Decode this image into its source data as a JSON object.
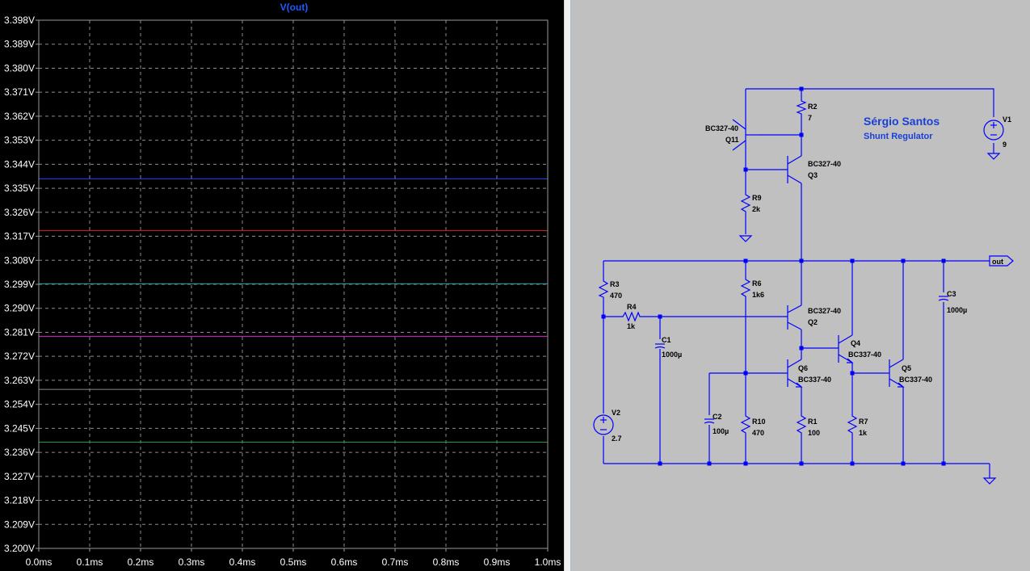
{
  "plot": {
    "trace_name": "V(out)",
    "y_ticks": [
      "3.398V",
      "3.389V",
      "3.380V",
      "3.371V",
      "3.362V",
      "3.353V",
      "3.344V",
      "3.335V",
      "3.326V",
      "3.317V",
      "3.308V",
      "3.299V",
      "3.290V",
      "3.281V",
      "3.272V",
      "3.263V",
      "3.254V",
      "3.245V",
      "3.236V",
      "3.227V",
      "3.218V",
      "3.209V",
      "3.200V"
    ],
    "x_ticks": [
      "0.0ms",
      "0.1ms",
      "0.2ms",
      "0.3ms",
      "0.4ms",
      "0.5ms",
      "0.6ms",
      "0.7ms",
      "0.8ms",
      "0.9ms",
      "1.0ms"
    ],
    "background_color": "#000000",
    "grid": true,
    "chart_data": {
      "type": "line",
      "x": [
        0.0,
        1.0
      ],
      "xlim": [
        0.0,
        1.0
      ],
      "ylim": [
        3.2,
        3.398
      ],
      "series": [
        {
          "color": "#1e3cff",
          "values": [
            3.3385,
            3.3385
          ]
        },
        {
          "color": "#e02020",
          "values": [
            3.3191,
            3.3191
          ]
        },
        {
          "color": "#1fa6a6",
          "values": [
            3.2992,
            3.2992
          ]
        },
        {
          "color": "#e020e0",
          "values": [
            3.2795,
            3.2795
          ]
        },
        {
          "color": "#8a8a8a",
          "values": [
            3.2596,
            3.2596
          ]
        },
        {
          "color": "#18a030",
          "values": [
            3.2398,
            3.2398
          ]
        }
      ]
    }
  },
  "schematic": {
    "author": "Sérgio Santos",
    "subtitle": "Shunt Regulator",
    "net_label_out": "out",
    "components": {
      "q11_model": "BC327-40",
      "q11_name": "Q11",
      "r2_name": "R2",
      "r2_value": "7",
      "q3_model": "BC327-40",
      "q3_name": "Q3",
      "r9_name": "R9",
      "r9_value": "2k",
      "v1_name": "V1",
      "v1_value": "9",
      "r3_name": "R3",
      "r3_value": "470",
      "r4_name": "R4",
      "r4_value": "1k",
      "r6_name": "R6",
      "r6_value": "1k6",
      "c1_name": "C1",
      "c1_value": "1000µ",
      "q2_model": "BC327-40",
      "q2_name": "Q2",
      "c3_name": "C3",
      "c3_value": "1000µ",
      "q4_name": "Q4",
      "q4_model": "BC337-40",
      "q6_name": "Q6",
      "q6_model": "BC337-40",
      "q5_name": "Q5",
      "q5_model": "BC337-40",
      "v2_name": "V2",
      "v2_value": "2.7",
      "c2_name": "C2",
      "c2_value": "100µ",
      "r10_name": "R10",
      "r10_value": "470",
      "r1_name": "R1",
      "r1_value": "100",
      "r7_name": "R7",
      "r7_value": "1k"
    }
  }
}
